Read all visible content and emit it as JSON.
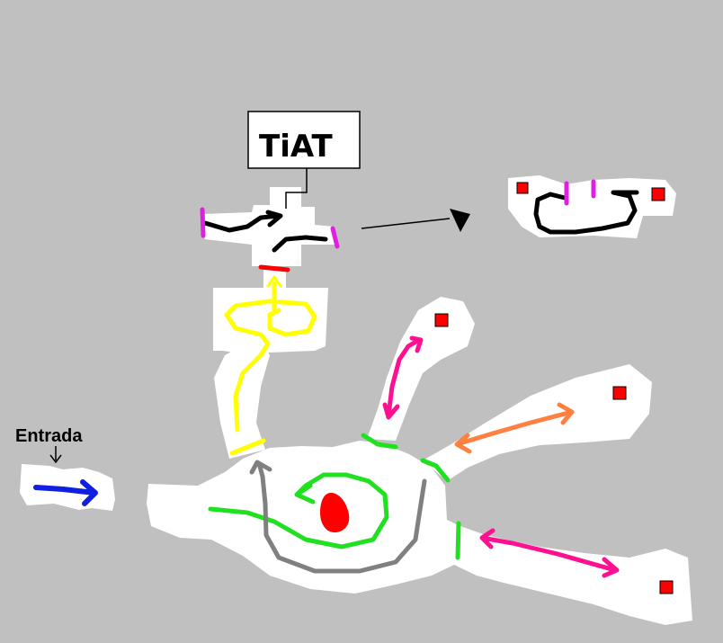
{
  "labels": {
    "entrance": "Entrada",
    "boss": "TiAT"
  },
  "colors": {
    "background": "#c0c0c0",
    "floor": "#ffffff",
    "wall": "#000000",
    "path_entry": "#1020e0",
    "path_main": "#20e020",
    "path_return": "#808080",
    "path_ascent": "#ffff00",
    "path_branch_a": "#ff1090",
    "path_branch_b": "#ff8040",
    "door_green": "#20e020",
    "door_magenta": "#e020e0",
    "door_red": "#ff0000",
    "marker": "#ff0000",
    "boss_core": "#ff0000"
  },
  "icons": {
    "room_marker": "red-square-marker",
    "boss_core": "red-oval-icon",
    "pointer": "triangle-arrow-icon"
  }
}
